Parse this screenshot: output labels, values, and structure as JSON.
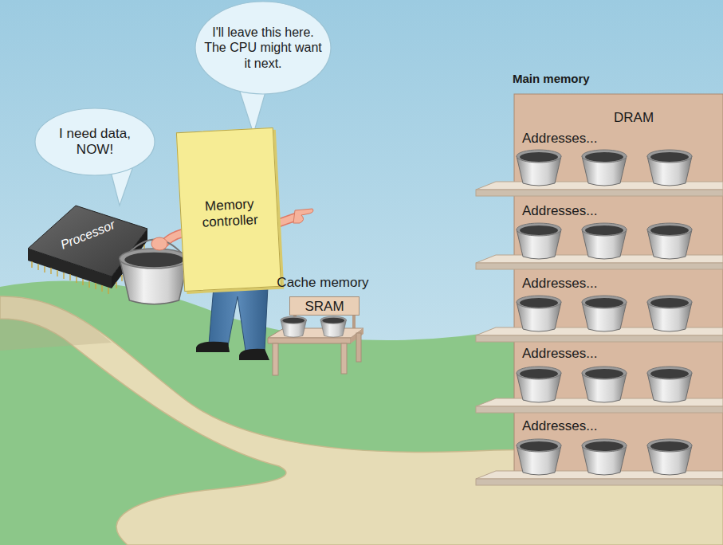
{
  "diagram": {
    "nodes": [
      {
        "text": [
          "I need data, NOW!"
        ]
      },
      {
        "text": [
          "Processor"
        ]
      },
      {
        "text": [
          "I'll leave this here. The CPU might want it next."
        ]
      },
      {
        "text": [
          "Memory controller"
        ]
      },
      {
        "text": [
          "Cache memory",
          "SRAM"
        ]
      },
      {
        "text": [
          "Main memory",
          "DRAM"
        ]
      }
    ],
    "labels": [
      "Addresses...",
      "Addresses...",
      "Addresses...",
      "Addresses...",
      "Addresses..."
    ]
  }
}
